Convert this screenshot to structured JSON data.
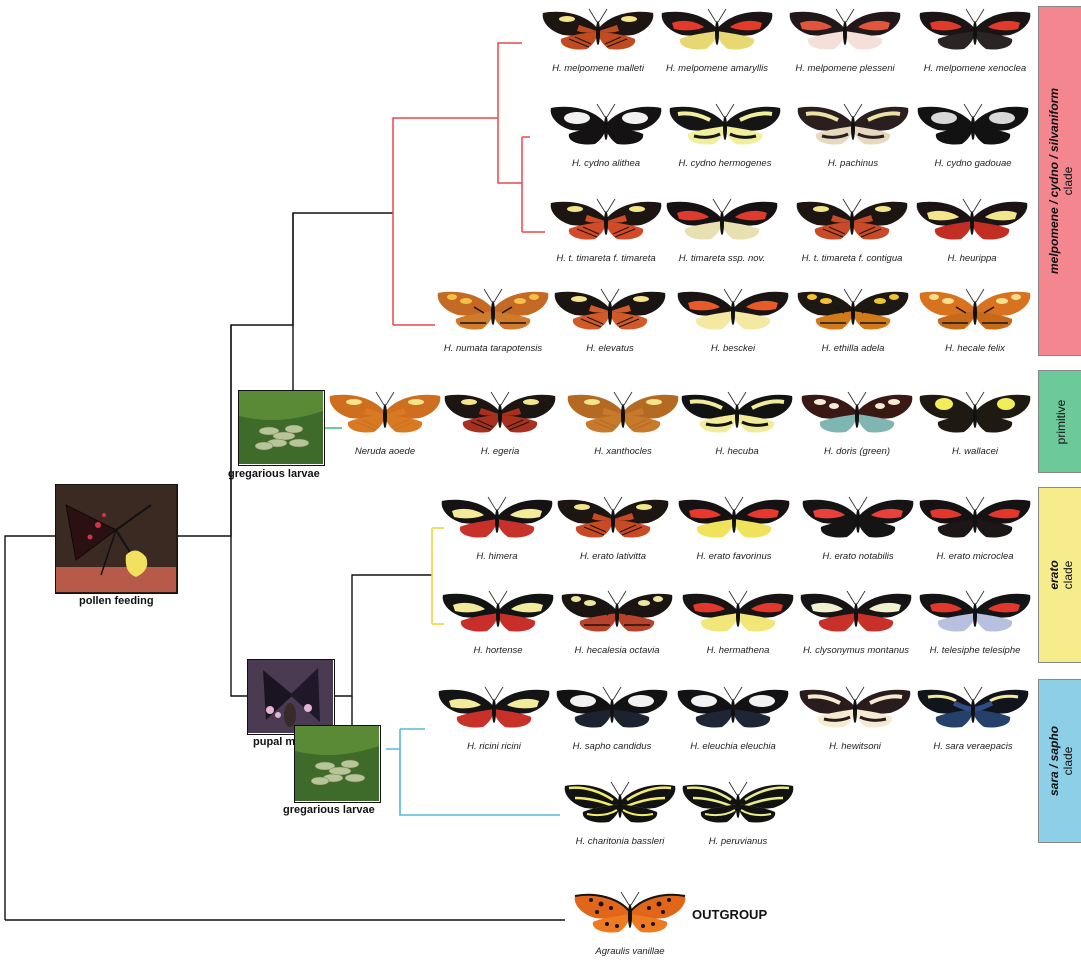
{
  "colors": {
    "melpomene_branch": "#e8494b",
    "erato_branch": "#f1d43b",
    "sara_branch": "#58b7d8",
    "primitive_branch": "#3cb878",
    "trunk": "#111111",
    "melpomene_box": "#f3868e",
    "primitive_box": "#6cc99a",
    "erato_box": "#f7ec8c",
    "sara_box": "#8ccfe6"
  },
  "clades": [
    {
      "id": "melpomene",
      "bold": "melpomene / cydno / silvaniform",
      "normal": "clade",
      "color": "#f3868e"
    },
    {
      "id": "primitive",
      "bold": "",
      "normal": "primitive",
      "color": "#6cc99a"
    },
    {
      "id": "erato",
      "bold": "erato",
      "normal": "clade",
      "color": "#f7ec8c"
    },
    {
      "id": "sara",
      "bold": "sara / sapho",
      "normal": "clade",
      "color": "#8ccfe6"
    }
  ],
  "traits": {
    "pollen": "pollen feeding",
    "larvae_upper": "gregarious larvae",
    "pupal": "pupal mating",
    "larvae_lower": "gregarious larvae"
  },
  "outgroup_label": "OUTGROUP",
  "species": [
    {
      "name": "H. melpomene malleti",
      "pattern": "rays",
      "base": "#1c1512",
      "accent": "#f2e58a",
      "hind": "#c04a22"
    },
    {
      "name": "H. melpomene amaryllis",
      "pattern": "redband",
      "base": "#1a1514",
      "accent": "#e43a2a",
      "hind": "#e8d874"
    },
    {
      "name": "H. melpomene plesseni",
      "pattern": "redband",
      "base": "#22181a",
      "accent": "#e0553c",
      "hind": "#f4e0d8"
    },
    {
      "name": "H. melpomene xenoclea",
      "pattern": "redband",
      "base": "#1a1414",
      "accent": "#e23a2a",
      "hind": "#2b2424"
    },
    {
      "name": "H. cydno alithea",
      "pattern": "whitepatch",
      "base": "#141212",
      "accent": "#f2f2f2",
      "hind": "#141212"
    },
    {
      "name": "H. cydno hermogenes",
      "pattern": "cream",
      "base": "#151515",
      "accent": "#f1ee9c",
      "hind": "#f1ee9c"
    },
    {
      "name": "H. pachinus",
      "pattern": "cream",
      "base": "#2a1e1e",
      "accent": "#ece2a4",
      "hind": "#e6d9c0"
    },
    {
      "name": "H. cydno gadouae",
      "pattern": "whitepatch",
      "base": "#121212",
      "accent": "#d8d8d8",
      "hind": "#121212"
    },
    {
      "name": "H. t. timareta f. timareta",
      "pattern": "rays",
      "base": "#1c1512",
      "accent": "#f2e58a",
      "hind": "#d24a28"
    },
    {
      "name": "H. timareta ssp. nov.",
      "pattern": "redband",
      "base": "#161213",
      "accent": "#de3a2e",
      "hind": "#e8e0b0"
    },
    {
      "name": "H. t. timareta f. contigua",
      "pattern": "rays",
      "base": "#1c1512",
      "accent": "#f2e58a",
      "hind": "#c94a26"
    },
    {
      "name": "H. heurippa",
      "pattern": "redband",
      "base": "#1c1414",
      "accent": "#f2e58a",
      "hind": "#c22e24"
    },
    {
      "name": "H. numata tarapotensis",
      "pattern": "tiger",
      "base": "#c46a24",
      "accent": "#f4c04a",
      "hind": "#d07a2c"
    },
    {
      "name": "H. elevatus",
      "pattern": "rays",
      "base": "#1a1412",
      "accent": "#f2e58a",
      "hind": "#d05a2a"
    },
    {
      "name": "H. besckei",
      "pattern": "redband",
      "base": "#1a1414",
      "accent": "#e85a28",
      "hind": "#f3e9a2"
    },
    {
      "name": "H. ethilla adela",
      "pattern": "tiger",
      "base": "#1e1812",
      "accent": "#f2c232",
      "hind": "#d27a1a"
    },
    {
      "name": "H. hecale felix",
      "pattern": "tiger",
      "base": "#d8721e",
      "accent": "#f6e090",
      "hind": "#c66a1a"
    },
    {
      "name": "Neruda aoede",
      "pattern": "rays",
      "base": "#cf6e1e",
      "accent": "#f2e58a",
      "hind": "#d87a24"
    },
    {
      "name": "H. egeria",
      "pattern": "rays",
      "base": "#1c1512",
      "accent": "#f2e58a",
      "hind": "#a8301e"
    },
    {
      "name": "H. xanthocles",
      "pattern": "rays",
      "base": "#b56a24",
      "accent": "#f2e58a",
      "hind": "#c87a2c"
    },
    {
      "name": "H. hecuba",
      "pattern": "cream",
      "base": "#121212",
      "accent": "#f2ec9a",
      "hind": "#f2ec9a"
    },
    {
      "name": "H. doris (green)",
      "pattern": "doris",
      "base": "#3a1814",
      "accent": "#f4ecd4",
      "hind": "#7fb6b2"
    },
    {
      "name": "H. wallacei",
      "pattern": "yellowpatch",
      "base": "#1e1a12",
      "accent": "#f2ee5a",
      "hind": "#1e1a12"
    },
    {
      "name": "H. himera",
      "pattern": "redband",
      "base": "#141212",
      "accent": "#f2ec9a",
      "hind": "#c8302a"
    },
    {
      "name": "H. erato lativitta",
      "pattern": "rays",
      "base": "#1c1512",
      "accent": "#f2e58a",
      "hind": "#c84a24"
    },
    {
      "name": "H. erato favorinus",
      "pattern": "redband",
      "base": "#161213",
      "accent": "#e8382c",
      "hind": "#f0e25a"
    },
    {
      "name": "H. erato notabilis",
      "pattern": "redband",
      "base": "#141414",
      "accent": "#e8403a",
      "hind": "#141414"
    },
    {
      "name": "H. erato microclea",
      "pattern": "redband",
      "base": "#161214",
      "accent": "#e3372b",
      "hind": "#1c1616"
    },
    {
      "name": "H. hortense",
      "pattern": "redband",
      "base": "#121414",
      "accent": "#f2ec9a",
      "hind": "#c82e2a"
    },
    {
      "name": "H. hecalesia octavia",
      "pattern": "tiger",
      "base": "#1a1412",
      "accent": "#ece6a0",
      "hind": "#b8422a"
    },
    {
      "name": "H. hermathena",
      "pattern": "redband",
      "base": "#181414",
      "accent": "#e2382c",
      "hind": "#f2e678"
    },
    {
      "name": "H. clysonymus montanus",
      "pattern": "redband",
      "base": "#161414",
      "accent": "#f2f0d0",
      "hind": "#c8302a"
    },
    {
      "name": "H. telesiphe telesiphe",
      "pattern": "redband",
      "base": "#141414",
      "accent": "#e2382c",
      "hind": "#b8c0e0"
    },
    {
      "name": "H. ricini ricini",
      "pattern": "redband",
      "base": "#141414",
      "accent": "#f2ec9a",
      "hind": "#c8302a"
    },
    {
      "name": "H. sapho candidus",
      "pattern": "whitepatch",
      "base": "#121212",
      "accent": "#f2f2f2",
      "hind": "#1c2230"
    },
    {
      "name": "H. eleuchia eleuchia",
      "pattern": "whitepatch",
      "base": "#121214",
      "accent": "#f2f2f2",
      "hind": "#1e2636"
    },
    {
      "name": "H. hewitsoni",
      "pattern": "cream",
      "base": "#2a1c1c",
      "accent": "#f4ecd2",
      "hind": "#f4ecd2"
    },
    {
      "name": "H. sara veraepacis",
      "pattern": "bluesheen",
      "base": "#12141c",
      "accent": "#f2ec9a",
      "hind": "#25406a"
    },
    {
      "name": "H. charitonia bassleri",
      "pattern": "zebra",
      "base": "#121212",
      "accent": "#f2ec6a",
      "hind": "#f2ec6a"
    },
    {
      "name": "H. peruvianus",
      "pattern": "zebra",
      "base": "#121212",
      "accent": "#e8ec8a",
      "hind": "#e8ec8a"
    },
    {
      "name": "Agraulis vanillae",
      "pattern": "fritillary",
      "base": "#e2661a",
      "accent": "#181212",
      "hind": "#ee7a22"
    }
  ]
}
